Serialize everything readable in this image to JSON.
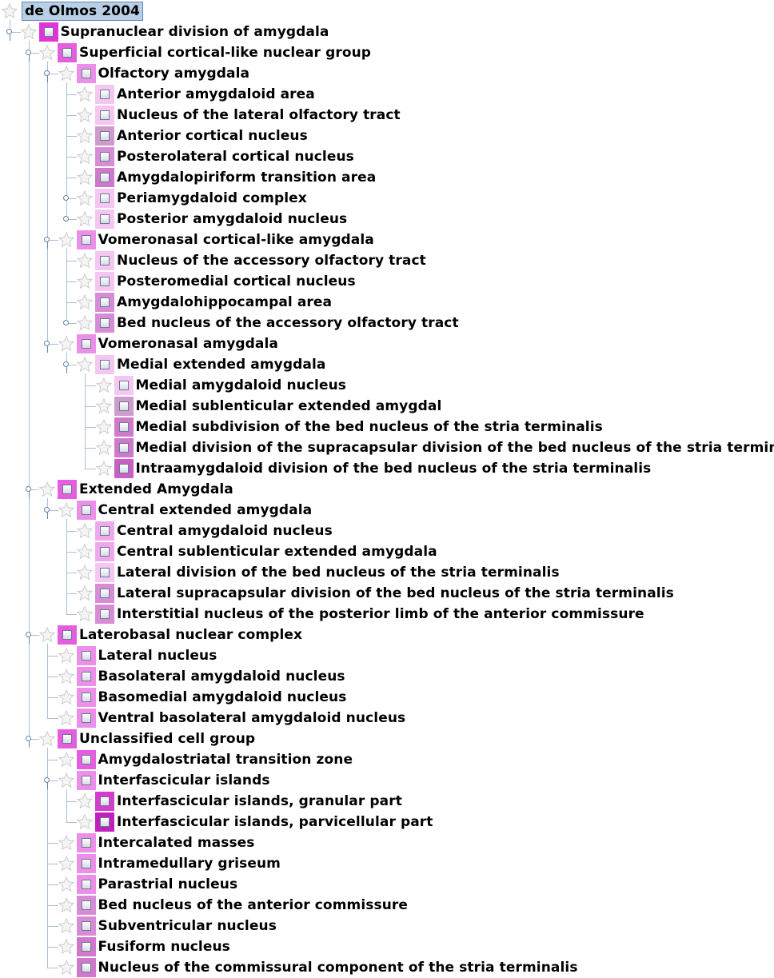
{
  "tree": {
    "title": "de Olmos 2004",
    "nodes": [
      {
        "label": "Supranuclear division of amygdala",
        "depth": 1,
        "expanded": true,
        "box_color": "#e033d9"
      },
      {
        "label": "Superficial cortical-like nuclear group",
        "depth": 2,
        "expanded": true,
        "box_color": "#e65ee0"
      },
      {
        "label": "Olfactory amygdala",
        "depth": 3,
        "expanded": true,
        "box_color": "#ec8fe8"
      },
      {
        "label": "Anterior amygdaloid area",
        "depth": 4,
        "expanded": false,
        "box_color": "#f5c6f2"
      },
      {
        "label": "Nucleus of the lateral olfactory tract",
        "depth": 4,
        "expanded": false,
        "box_color": "#f5c6f2"
      },
      {
        "label": "Anterior cortical nucleus",
        "depth": 4,
        "expanded": false,
        "box_color": "#cf9bcd"
      },
      {
        "label": "Posterolateral cortical nucleus",
        "depth": 4,
        "expanded": false,
        "box_color": "#d98cd6"
      },
      {
        "label": "Amygdalopiriform transition area",
        "depth": 4,
        "expanded": false,
        "box_color": "#cf78cc"
      },
      {
        "label": "Periamygdaloid complex",
        "depth": 4,
        "expanded": false,
        "collapsed_children": true,
        "box_color": "#f5c6f2"
      },
      {
        "label": "Posterior amygdaloid nucleus",
        "depth": 4,
        "expanded": false,
        "collapsed_children": true,
        "box_color": "#f5c6f2"
      },
      {
        "label": "Vomeronasal cortical-like amygdala",
        "depth": 3,
        "expanded": true,
        "box_color": "#ec8fe8"
      },
      {
        "label": "Nucleus of the accessory olfactory tract",
        "depth": 4,
        "expanded": false,
        "box_color": "#f5c6f2"
      },
      {
        "label": "Posteromedial cortical nucleus",
        "depth": 4,
        "expanded": false,
        "box_color": "#f5c6f2"
      },
      {
        "label": "Amygdalohippocampal area",
        "depth": 4,
        "expanded": false,
        "box_color": "#d98cd6"
      },
      {
        "label": "Bed nucleus of the accessory olfactory tract",
        "depth": 4,
        "expanded": false,
        "collapsed_children": true,
        "box_color": "#d98cd6"
      },
      {
        "label": "Vomeronasal amygdala",
        "depth": 3,
        "expanded": true,
        "box_color": "#ec8fe8"
      },
      {
        "label": "Medial extended amygdala",
        "depth": 4,
        "expanded": true,
        "box_color": "#f5c6f2"
      },
      {
        "label": "Medial amygdaloid nucleus",
        "depth": 5,
        "expanded": false,
        "box_color": "#f5c6f2"
      },
      {
        "label": "Medial sublenticular extended amygdal",
        "depth": 5,
        "expanded": false,
        "box_color": "#cf9bcd"
      },
      {
        "label": "Medial subdivision of the bed nucleus of the stria terminalis",
        "depth": 5,
        "expanded": false,
        "box_color": "#cf78cc"
      },
      {
        "label": "Medial division of the supracapsular division of the bed nucleus of the stria terminalis",
        "depth": 5,
        "expanded": false,
        "box_color": "#cf78cc"
      },
      {
        "label": "Intraamygdaloid division of the bed nucleus of the stria terminalis",
        "depth": 5,
        "expanded": false,
        "box_color": "#c95ec6"
      },
      {
        "label": "Extended Amygdala",
        "depth": 2,
        "expanded": true,
        "box_color": "#e65ee0"
      },
      {
        "label": "Central extended amygdala",
        "depth": 3,
        "expanded": true,
        "box_color": "#ec8fe8"
      },
      {
        "label": "Central amygdaloid nucleus",
        "depth": 4,
        "expanded": false,
        "box_color": "#f0a8ec"
      },
      {
        "label": "Central sublenticular extended amygdala",
        "depth": 4,
        "expanded": false,
        "box_color": "#f0a8ec"
      },
      {
        "label": "Lateral division of the bed nucleus of the stria terminalis",
        "depth": 4,
        "expanded": false,
        "box_color": "#f5c6f2"
      },
      {
        "label": "Lateral supracapsular division of the bed nucleus of the stria terminalis",
        "depth": 4,
        "expanded": false,
        "box_color": "#d98cd6"
      },
      {
        "label": "Interstitial nucleus of the posterior limb of the anterior commissure",
        "depth": 4,
        "expanded": false,
        "box_color": "#d98cd6"
      },
      {
        "label": "Laterobasal nuclear complex",
        "depth": 2,
        "expanded": true,
        "box_color": "#e65ee0"
      },
      {
        "label": "Lateral nucleus",
        "depth": 3,
        "expanded": false,
        "box_color": "#ec8fe8"
      },
      {
        "label": "Basolateral amygdaloid nucleus",
        "depth": 3,
        "expanded": false,
        "box_color": "#ec8fe8"
      },
      {
        "label": "Basomedial amygdaloid nucleus",
        "depth": 3,
        "expanded": false,
        "box_color": "#ec8fe8"
      },
      {
        "label": "Ventral basolateral amygdaloid nucleus",
        "depth": 3,
        "expanded": false,
        "box_color": "#ec8fe8"
      },
      {
        "label": "Unclassified cell group",
        "depth": 2,
        "expanded": true,
        "box_color": "#e65ee0"
      },
      {
        "label": "Amygdalostriatal transition zone",
        "depth": 3,
        "expanded": false,
        "box_color": "#e65ee0"
      },
      {
        "label": "Interfascicular islands",
        "depth": 3,
        "expanded": true,
        "box_color": "#ec8fe8"
      },
      {
        "label": "Interfascicular islands, granular part",
        "depth": 4,
        "expanded": false,
        "box_color": "#d33ccd"
      },
      {
        "label": "Interfascicular islands, parvicellular part",
        "depth": 4,
        "expanded": false,
        "box_color": "#c020bb"
      },
      {
        "label": "Intercalated masses",
        "depth": 3,
        "expanded": false,
        "box_color": "#ec8fe8"
      },
      {
        "label": "Intramedullary griseum",
        "depth": 3,
        "expanded": false,
        "box_color": "#ec8fe8"
      },
      {
        "label": "Parastrial nucleus",
        "depth": 3,
        "expanded": false,
        "box_color": "#ec8fe8"
      },
      {
        "label": "Bed nucleus of the anterior commissure",
        "depth": 3,
        "expanded": false,
        "box_color": "#d98cd6"
      },
      {
        "label": "Subventricular nucleus",
        "depth": 3,
        "expanded": false,
        "box_color": "#d98cd6"
      },
      {
        "label": "Fusiform nucleus",
        "depth": 3,
        "expanded": false,
        "box_color": "#cf78cc"
      },
      {
        "label": "Nucleus of the commissural component of the stria terminalis",
        "depth": 3,
        "expanded": false,
        "box_color": "#cf78cc"
      }
    ]
  }
}
